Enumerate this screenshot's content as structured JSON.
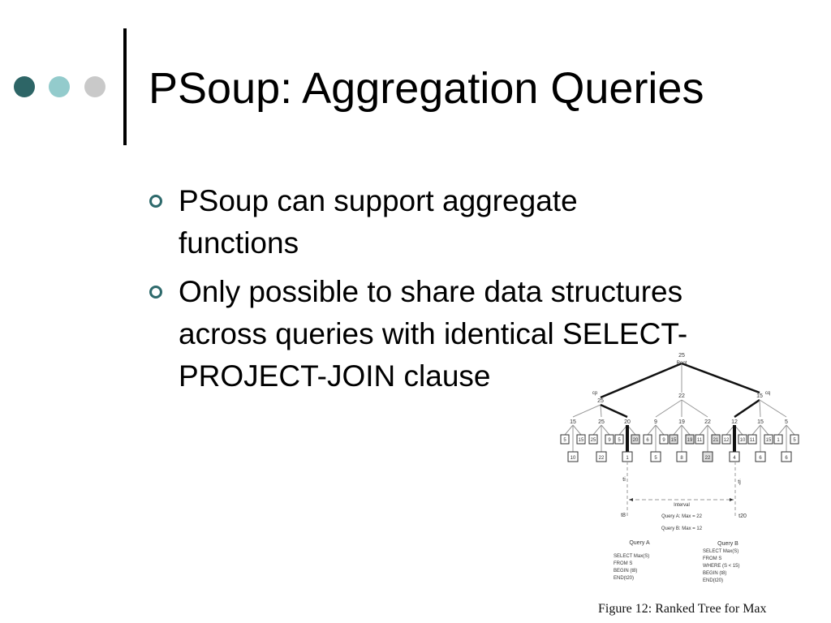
{
  "header": {
    "dot_colors": [
      "#2d6566",
      "#93cbcc",
      "#c9c9c9"
    ],
    "title": "PSoup: Aggregation Queries"
  },
  "bullets": [
    {
      "text": "PSoup can support aggregate functions"
    },
    {
      "text": "Only possible to share data structures across queries with identical SELECT-PROJECT-JOIN clause"
    }
  ],
  "figure": {
    "root": {
      "value": "25",
      "label": "Root"
    },
    "level1": [
      "25",
      "22",
      "15"
    ],
    "level1_tags": [
      "cp",
      "cq"
    ],
    "level2": [
      "15",
      "25",
      "20",
      "9",
      "19",
      "22",
      "12",
      "15",
      "5"
    ],
    "leaves_top": [
      [
        "5",
        "15"
      ],
      [
        "25",
        "9"
      ],
      [
        "5",
        "20"
      ],
      [
        "6",
        "9"
      ],
      [
        "15",
        "19"
      ],
      [
        "11",
        "21"
      ],
      [
        "12",
        "10"
      ],
      [
        "11",
        "15"
      ],
      [
        "1",
        "5"
      ]
    ],
    "leaves_bottom": [
      "10",
      "22",
      "1",
      "5",
      "8",
      "22",
      "4",
      "6",
      "6"
    ],
    "time_labels": {
      "ti": "t",
      "ti_sub": "i",
      "tj": "t",
      "tj_sub": "j",
      "t8": "t",
      "t8_sub": "8",
      "t20": "t",
      "t20_sub": "20"
    },
    "interval": "Interval",
    "results": [
      "Query A: Max = 22",
      "Query B: Max = 12"
    ],
    "query_a": {
      "title": "Query A",
      "lines": [
        "SELECT Max(S)",
        "FROM S",
        "BEGIN (t8)",
        "END(t20)"
      ]
    },
    "query_b": {
      "title": "Query B",
      "lines": [
        "SELECT Max(S)",
        "FROM S",
        "WHERE (S < 15)",
        "BEGIN (t8)",
        "END(t20)"
      ]
    },
    "caption": "Figure 12: Ranked Tree for Max"
  }
}
